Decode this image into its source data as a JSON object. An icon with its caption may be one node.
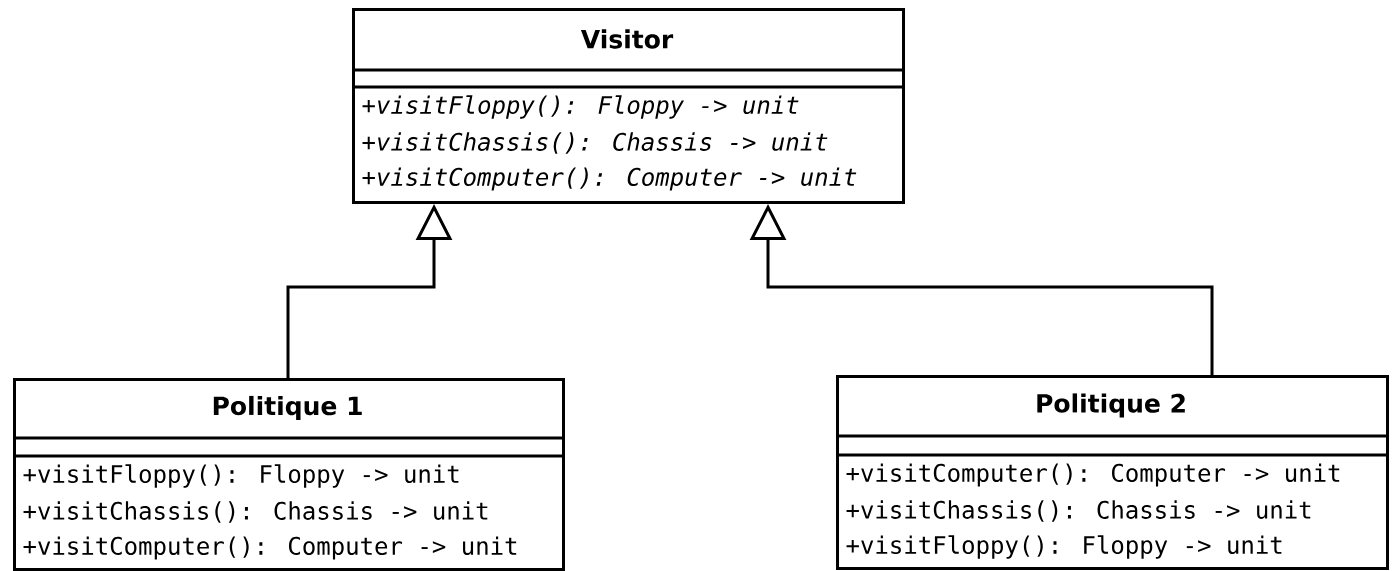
{
  "diagram": {
    "nodes": [
      {
        "text": [
          "Visitor",
          "+visitFloppy(): Floppy -> unit",
          "+visitChassis(): Chassis -> unit",
          "+visitComputer(): Computer -> unit"
        ]
      },
      {
        "text": [
          "Politique 1",
          "+visitFloppy(): Floppy -> unit",
          "+visitChassis(): Chassis -> unit",
          "+visitComputer(): Computer -> unit"
        ]
      },
      {
        "text": [
          "Politique 2",
          "+visitComputer(): Computer -> unit",
          "+visitChassis(): Chassis -> unit",
          "+visitFloppy(): Floppy -> unit"
        ]
      }
    ],
    "edges": [
      {
        "from": 1,
        "to": 0,
        "arrow": "to"
      },
      {
        "from": 2,
        "to": 0,
        "arrow": "to"
      }
    ]
  }
}
